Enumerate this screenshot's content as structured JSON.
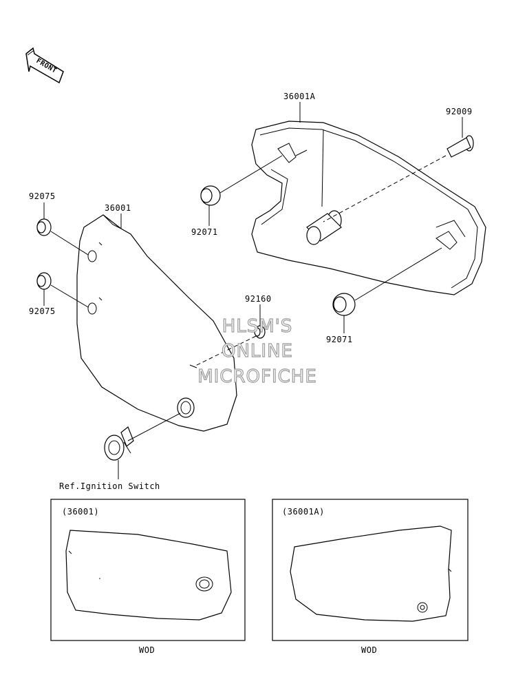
{
  "front_arrow": {
    "label": "FRONT"
  },
  "callouts": {
    "cover_right": "36001A",
    "bolt": "92009",
    "grommet_upper_right": "92071",
    "grommet_lower_right": "92071",
    "cover_left": "36001",
    "grommet_left_upper": "92075",
    "grommet_left_lower": "92075",
    "rubber_center": "92160",
    "ref_note": "Ref.Ignition Switch"
  },
  "watermark": [
    "HLSM'S",
    "ONLINE",
    "MICROFICHE"
  ],
  "insets": [
    {
      "title": "(36001)",
      "caption": "WOD"
    },
    {
      "title": "(36001A)",
      "caption": "WOD"
    }
  ]
}
